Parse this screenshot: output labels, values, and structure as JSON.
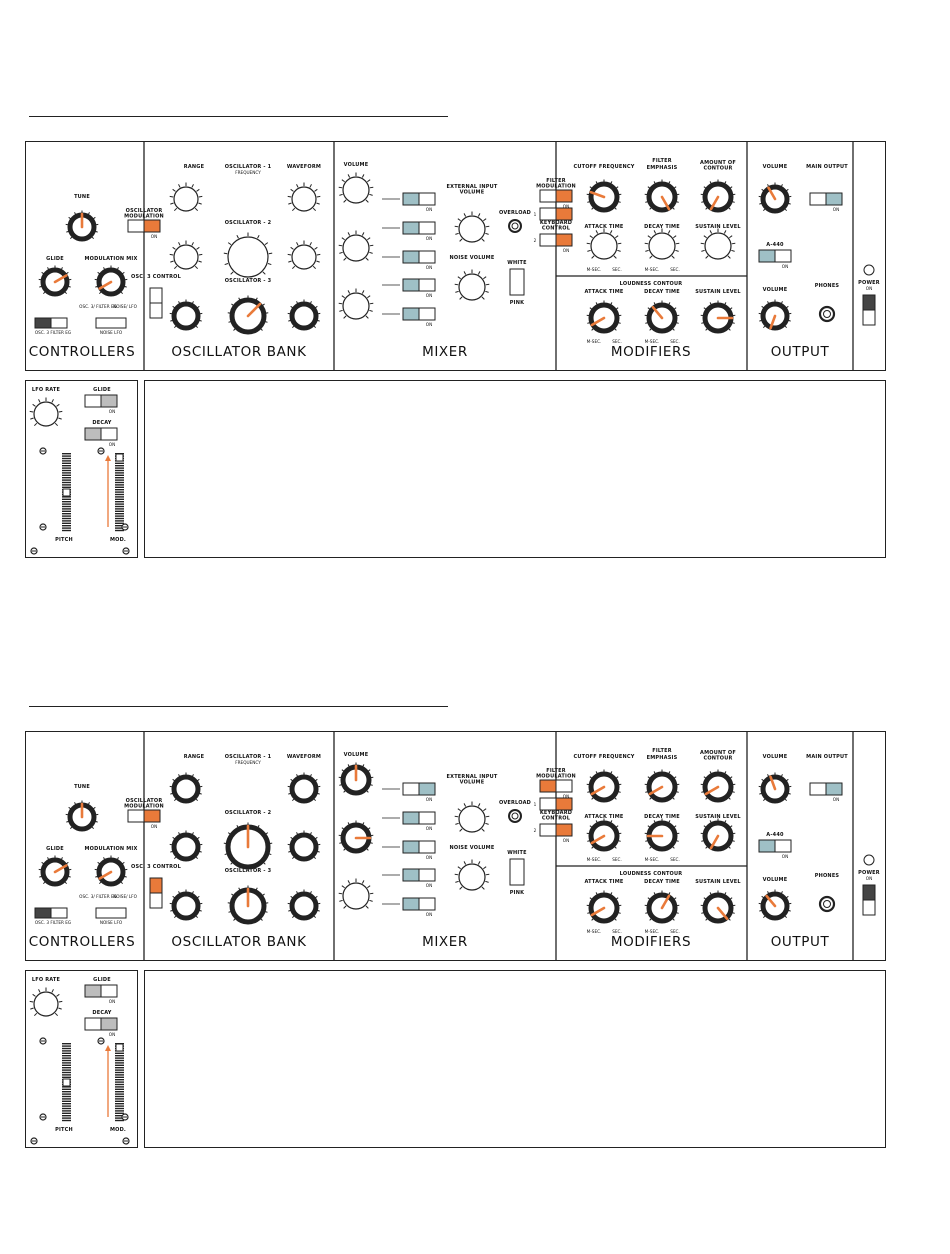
{
  "sections": {
    "controllers": "CONTROLLERS",
    "oscillator_bank": "OSCILLATOR   BANK",
    "mixer": "MIXER",
    "modifiers": "MODIFIERS",
    "output": "OUTPUT"
  },
  "labels": {
    "tune": "TUNE",
    "glide": "GLIDE",
    "mod_mix": "MODULATION MIX",
    "osc_mod": "OSCILLATOR MODULATION",
    "osc3": "OSC. 3",
    "filter_eg": "FILTER EG",
    "noise": "NOISE",
    "lfo": "LFO",
    "osc3_filter_eg": "OSC. 3/ FILTER EG",
    "noise_lfo": "NOISE/ LFO",
    "range": "RANGE",
    "osc1": "OSCILLATOR - 1",
    "frequency": "FREQUENCY",
    "waveform": "WAVEFORM",
    "osc2": "OSCILLATOR - 2",
    "osc3_title": "OSCILLATOR - 3",
    "osc3_control": "OSC. 3 CONTROL",
    "volume": "VOLUME",
    "ext_input": "EXTERNAL INPUT VOLUME",
    "overload": "OVERLOAD",
    "noise_volume": "NOISE VOLUME",
    "white": "WHITE",
    "pink": "PINK",
    "on": "ON",
    "filter_mod": "FILTER MODULATION",
    "keyboard_control": "KEYBOARD CONTROL",
    "filter": "FILTER",
    "cutoff": "CUTOFF  FREQUENCY",
    "emphasis": "EMPHASIS",
    "amount": "AMOUNT OF CONTOUR",
    "attack": "ATTACK TIME",
    "decay_time": "DECAY TIME",
    "sustain": "SUSTAIN  LEVEL",
    "loudness": "LOUDNESS CONTOUR",
    "msec": "M-SEC.",
    "sec": "SEC.",
    "main_output": "MAIN OUTPUT",
    "a440": "A-440",
    "phones": "PHONES",
    "power": "POWER",
    "lfo_rate": "LFO RATE",
    "decay": "DECAY",
    "pitch": "PITCH",
    "mod": "MOD."
  },
  "panels": [
    {
      "id": "panel-1",
      "note": ""
    },
    {
      "id": "panel-2",
      "note": ""
    }
  ],
  "colors": {
    "orange": "#E97A3A",
    "teal": "#9FC0C6",
    "gray": "#BDBDBD",
    "dark": "#444444"
  }
}
